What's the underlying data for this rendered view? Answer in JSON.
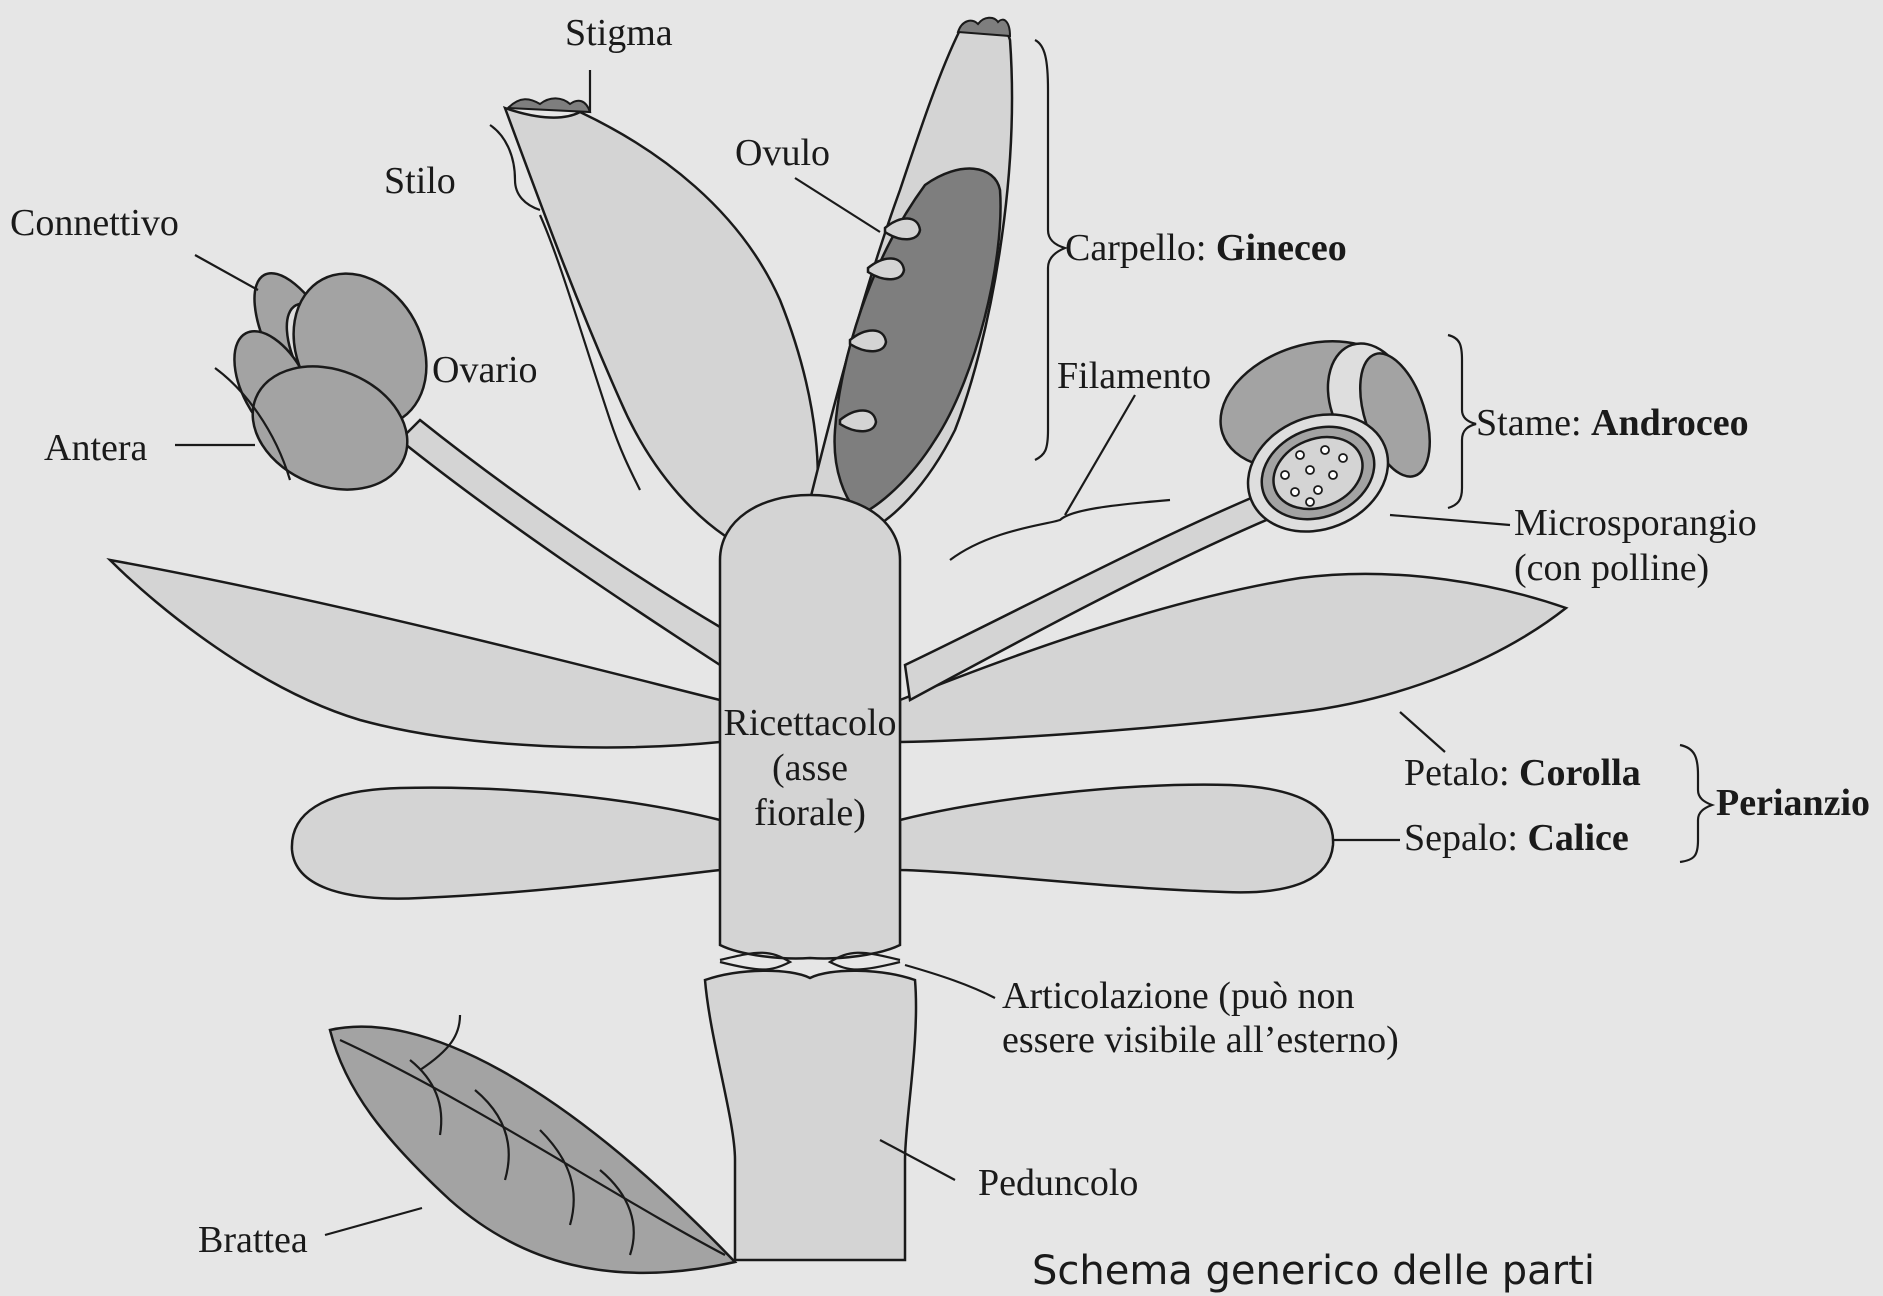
{
  "labels": {
    "stigma": "Stigma",
    "stilo": "Stilo",
    "connettivo": "Connettivo",
    "ovario": "Ovario",
    "antera": "Antera",
    "ovulo": "Ovulo",
    "carpello_prefix": "Carpello: ",
    "carpello_bold": "Gineceo",
    "filamento": "Filamento",
    "stame_prefix": "Stame: ",
    "stame_bold": "Androceo",
    "microsporangio_line1": "Microsporangio",
    "microsporangio_line2": "(con polline)",
    "ricettacolo_line1": "Ricettacolo",
    "ricettacolo_line2": "(asse",
    "ricettacolo_line3": "fiorale)",
    "petalo_prefix": "Petalo: ",
    "petalo_bold": "Corolla",
    "sepalo_prefix": "Sepalo: ",
    "sepalo_bold": "Calice",
    "perianzio": "Perianzio",
    "articolazione_line1": "Articolazione (può non",
    "articolazione_line2": "essere visibile all’esterno)",
    "peduncolo": "Peduncolo",
    "brattea": "Brattea"
  },
  "caption": "Schema generico delle parti",
  "colors": {
    "background": "#e6e6e6",
    "light_gray": "#d4d4d4",
    "mid_gray": "#a3a3a3",
    "dark_gray": "#7e7e7e",
    "ink": "#1a1a1a"
  }
}
